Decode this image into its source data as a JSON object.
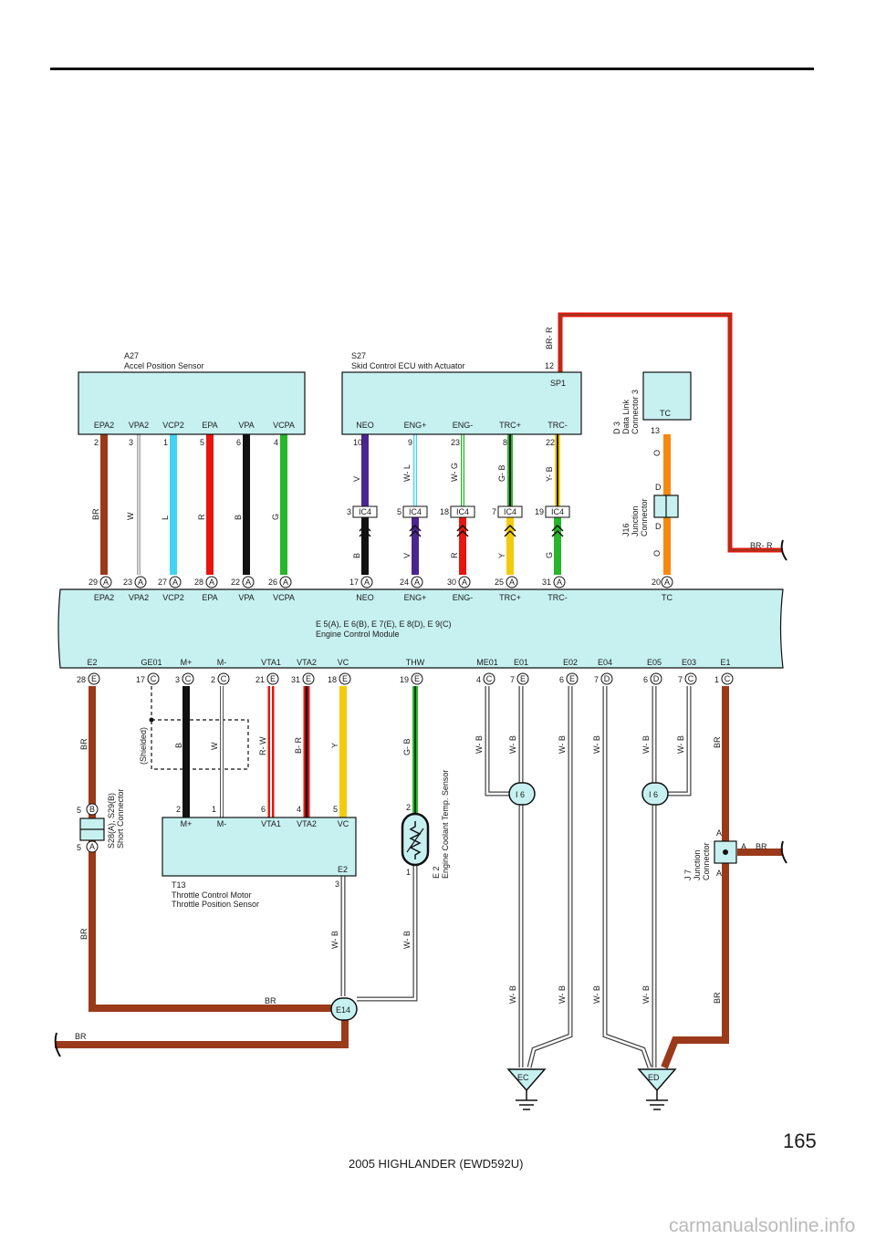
{
  "page": {
    "number": "165",
    "footer": "2005 HIGHLANDER (EWD592U)",
    "watermark": "carmanualsonline.info"
  },
  "colors": {
    "BR": "#9b3a1a",
    "W": "#ffffff",
    "L": "#43d3f2",
    "R": "#e8140f",
    "B": "#111111",
    "G": "#27b529",
    "V": "#4a2590",
    "Y": "#f3cb0c",
    "O": "#f7880f",
    "WB": "#ffffff",
    "box": "#c7f1f1"
  },
  "components": {
    "a27": {
      "code": "A27",
      "name": "Accel Position Sensor"
    },
    "s27": {
      "code": "S27",
      "name": "Skid Control ECU with Actuator",
      "bus": "SP1",
      "pin": "12",
      "wire": "BR- R"
    },
    "d3": {
      "code": "D 3",
      "name": "Data Link",
      "name2": "Connector 3",
      "term": "TC",
      "pin": "13"
    },
    "j16": {
      "code": "J16",
      "name": "Junction",
      "name2": "Connector"
    },
    "ecm": {
      "code": "E 5(A), E 6(B), E 7(E), E 8(D), E 9(C)",
      "name": "Engine Control Module"
    },
    "t13": {
      "code": "T13",
      "name": "Throttle Control Motor",
      "name2": "Throttle Position Sensor",
      "ground": "E2",
      "gpin": "3"
    },
    "e2": {
      "code": "E 2",
      "name": "Engine Coolant Temp. Sensor"
    },
    "s28": {
      "code": "S28(A), S29(B)",
      "name": "Short Connector"
    },
    "j7": {
      "code": "J 7",
      "name": "Junction",
      "name2": "Connector"
    },
    "splice": {
      "e14": "E14",
      "i6": "I 6"
    },
    "grounds": {
      "ec": "EC",
      "ed": "ED"
    }
  },
  "a27_wires": [
    {
      "term": "EPA2",
      "pin": "2",
      "color": "BR",
      "ecm_pin": "29",
      "conn": "A"
    },
    {
      "term": "VPA2",
      "pin": "3",
      "color": "W",
      "ecm_pin": "23",
      "conn": "A"
    },
    {
      "term": "VCP2",
      "pin": "1",
      "color": "L",
      "ecm_pin": "27",
      "conn": "A"
    },
    {
      "term": "EPA",
      "pin": "5",
      "color": "R",
      "ecm_pin": "28",
      "conn": "A"
    },
    {
      "term": "VPA",
      "pin": "6",
      "color": "B",
      "ecm_pin": "22",
      "conn": "A"
    },
    {
      "term": "VCPA",
      "pin": "4",
      "color": "G",
      "ecm_pin": "26",
      "conn": "A"
    }
  ],
  "s27_wires": [
    {
      "term": "NEO",
      "pin": "10",
      "upper": "V",
      "ic_pin": "3",
      "ic": "IC4",
      "lower": "B",
      "ecm_pin": "17",
      "conn": "A"
    },
    {
      "term": "ENG+",
      "pin": "9",
      "upper": "W- L",
      "ic_pin": "5",
      "ic": "IC4",
      "lower": "V",
      "ecm_pin": "24",
      "conn": "A"
    },
    {
      "term": "ENG-",
      "pin": "23",
      "upper": "W- G",
      "ic_pin": "18",
      "ic": "IC4",
      "lower": "R",
      "ecm_pin": "30",
      "conn": "A"
    },
    {
      "term": "TRC+",
      "pin": "8",
      "upper": "G- B",
      "ic_pin": "7",
      "ic": "IC4",
      "lower": "Y",
      "ecm_pin": "25",
      "conn": "A"
    },
    {
      "term": "TRC-",
      "pin": "22",
      "upper": "Y- B",
      "ic_pin": "19",
      "ic": "IC4",
      "lower": "G",
      "ecm_pin": "31",
      "conn": "A"
    }
  ],
  "tc_wire": {
    "upper": "O",
    "d1": "D",
    "d2": "D",
    "lower": "O",
    "ecm_pin": "20",
    "conn": "A",
    "term": "TC"
  },
  "ecm_top_terms": [
    "EPA2",
    "VPA2",
    "VCP2",
    "EPA",
    "VPA",
    "VCPA",
    "NEO",
    "ENG+",
    "ENG-",
    "TRC+",
    "TRC-",
    "TC"
  ],
  "ecm_bottom": [
    {
      "term": "E2",
      "pin": "28",
      "conn": "E"
    },
    {
      "term": "GE01",
      "pin": "17",
      "conn": "C"
    },
    {
      "term": "M+",
      "pin": "3",
      "conn": "C"
    },
    {
      "term": "M-",
      "pin": "2",
      "conn": "C"
    },
    {
      "term": "VTA1",
      "pin": "21",
      "conn": "E"
    },
    {
      "term": "VTA2",
      "pin": "31",
      "conn": "E"
    },
    {
      "term": "VC",
      "pin": "18",
      "conn": "E"
    },
    {
      "term": "THW",
      "pin": "19",
      "conn": "E"
    },
    {
      "term": "ME01",
      "pin": "4",
      "conn": "C"
    },
    {
      "term": "E01",
      "pin": "7",
      "conn": "E"
    },
    {
      "term": "E02",
      "pin": "6",
      "conn": "E"
    },
    {
      "term": "E04",
      "pin": "7",
      "conn": "D"
    },
    {
      "term": "E05",
      "pin": "6",
      "conn": "D"
    },
    {
      "term": "E03",
      "pin": "7",
      "conn": "C"
    },
    {
      "term": "E1",
      "pin": "1",
      "conn": "C"
    }
  ],
  "lower_wire_labels": {
    "e2_upper": "BR",
    "s28_pin_b": "5",
    "s28_b": "B",
    "s28_pin_a": "5",
    "s28_a": "A",
    "e2_lower": "BR",
    "shielded": "(Shielded)",
    "m_plus": "B",
    "m_minus": "W",
    "vta1": "R- W",
    "vta2": "B- R",
    "vc": "Y",
    "thw": "G- B",
    "me01": "W- B",
    "e01": "W- B",
    "e02": "W- B",
    "e04": "W- B",
    "e05": "W- B",
    "e03": "W- B",
    "e1": "BR",
    "t13_gnd": "W- B",
    "e2s_gnd": "W- B",
    "e14_left": "BR",
    "main_br": "BR",
    "j7_out": "BR",
    "j7_pin_out": "A",
    "j7_pin_top": "A",
    "j7_pin_bot": "A",
    "e1_lower": "BR",
    "ec_a": "W- B",
    "ec_b": "W- B",
    "ed_a": "W- B",
    "ed_b": "W- B",
    "t13_m_plus_pin": "2",
    "t13_m_minus_pin": "1",
    "t13_vta1_pin": "6",
    "t13_vta2_pin": "4",
    "t13_vc_pin": "5",
    "e2s_top_pin": "2",
    "e2s_bot_pin": "1"
  },
  "t13_terms": [
    "M+",
    "M-",
    "VTA1",
    "VTA2",
    "VC"
  ]
}
